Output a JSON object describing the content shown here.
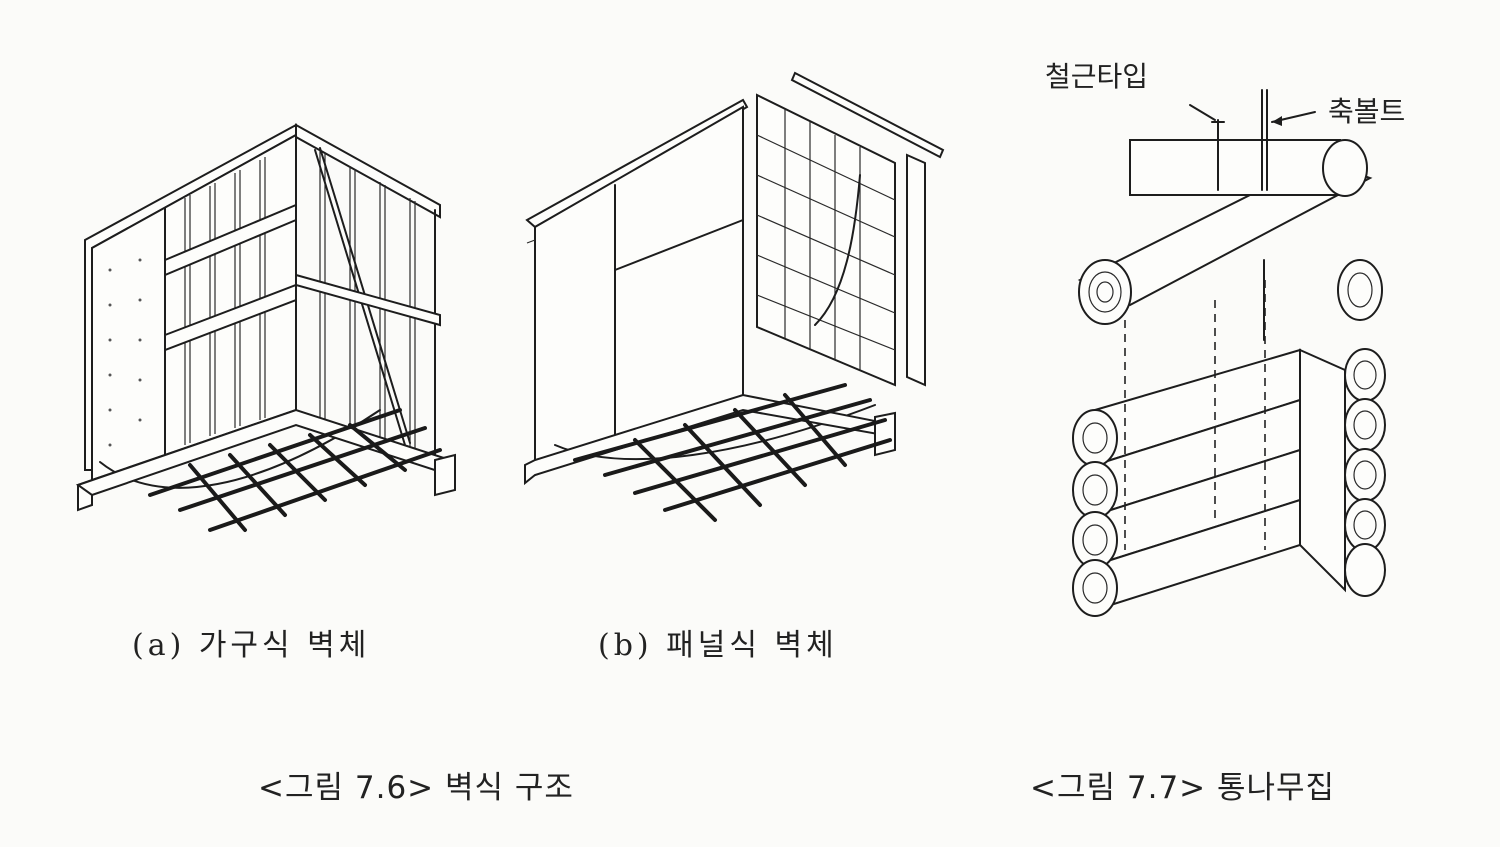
{
  "figure_76": {
    "caption": "<그림 7.6> 벽식 구조",
    "panel_a": {
      "label": "(a) 가구식 벽체"
    },
    "panel_b": {
      "label": "(b) 패널식 벽체"
    }
  },
  "figure_77": {
    "caption": "<그림 7.7> 통나무집",
    "callout_rebar_tie": "철근타입",
    "callout_shaft_bolt": "축볼트"
  }
}
